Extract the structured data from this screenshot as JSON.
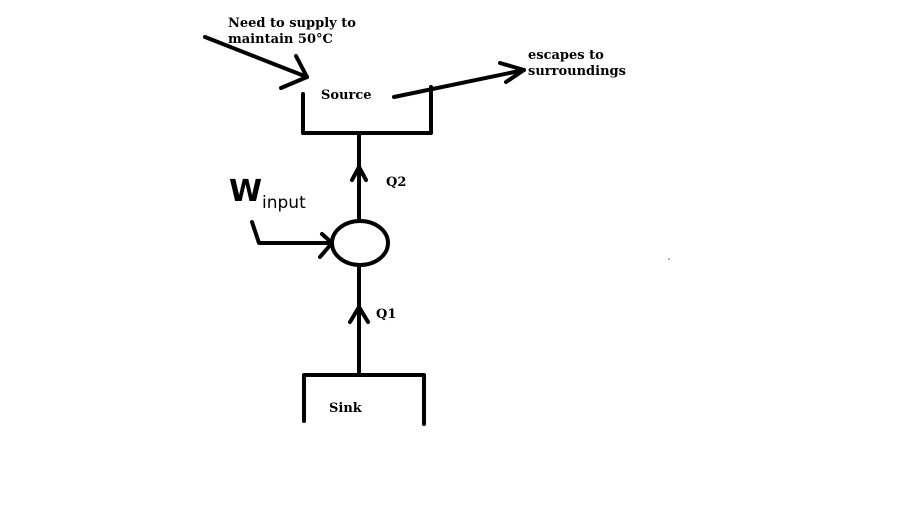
{
  "labels": {
    "need_line1": "Need to supply to",
    "need_line2": "maintain 50°C",
    "source": "Source",
    "escapes_line1": "escapes to",
    "escapes_line2": "surroundings",
    "q2": "Q2",
    "q1": "Q1",
    "sink": "Sink",
    "w_letter": "W",
    "w_subscript": "input"
  },
  "colors": {
    "ink": "#000000",
    "background": "#ffffff"
  }
}
